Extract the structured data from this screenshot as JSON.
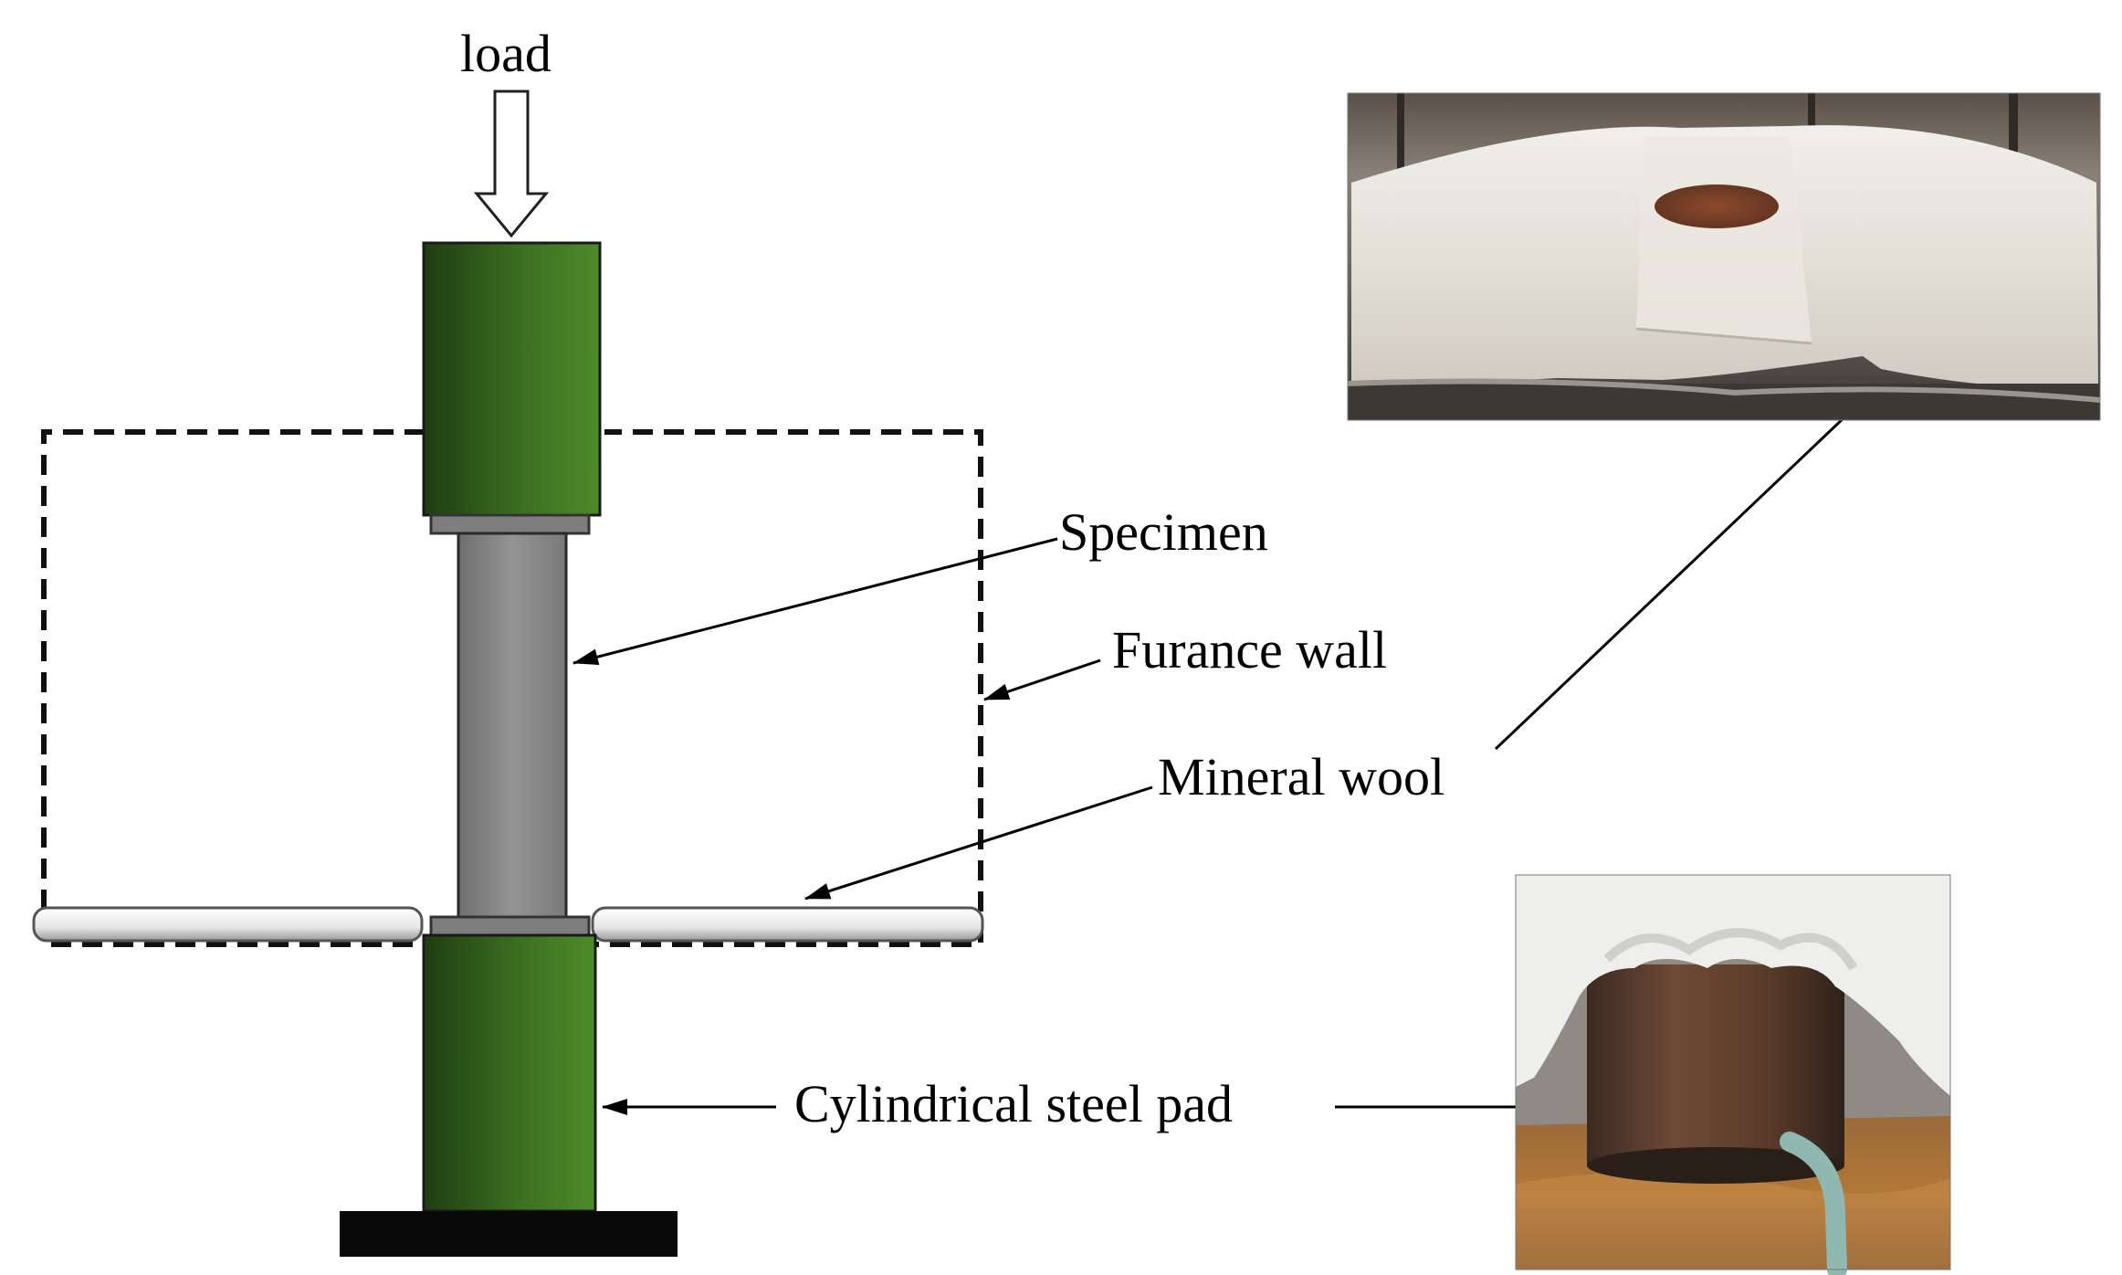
{
  "labels": {
    "load": "load",
    "specimen": "Specimen",
    "furnace_wall": "Furance wall",
    "mineral_wool": "Mineral wool",
    "steel_pad": "Cylindrical steel pad"
  },
  "colors": {
    "steel_pad_green_dark": "#1e3d12",
    "steel_pad_green_light": "#4e8a2a",
    "specimen_gray": "#8a8a8a",
    "plate_gray": "#7d7d7d",
    "base_black": "#0a0a0a",
    "wool_white": "#f2f2f2"
  },
  "photos": {
    "top": "photo of furnace covered with mineral wool blanket",
    "bottom": "photo of cylindrical steel pad surrounded by mineral wool"
  }
}
